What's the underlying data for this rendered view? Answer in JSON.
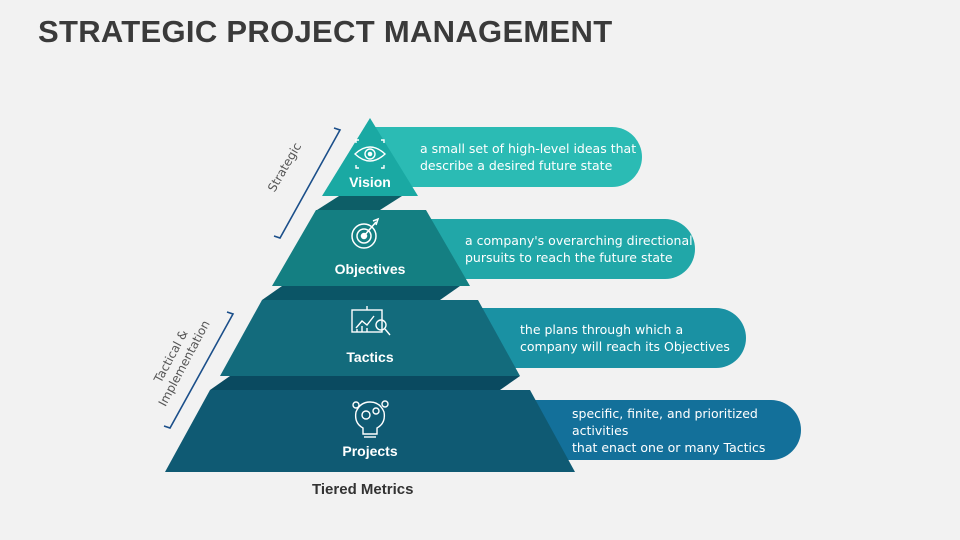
{
  "title": "STRATEGIC PROJECT MANAGEMENT",
  "tiers": [
    {
      "label": "Vision",
      "icon": "eye-target-icon",
      "description_line1": "a small set of high-level ideas that",
      "description_line2": "describe a desired future state",
      "color": "#2bbbb4"
    },
    {
      "label": "Objectives",
      "icon": "target-arrow-icon",
      "description_line1": "a company's overarching directional",
      "description_line2": "pursuits to reach the future state",
      "color": "#21a7a8"
    },
    {
      "label": "Tactics",
      "icon": "presentation-chart-icon",
      "description_line1": "the plans through which a",
      "description_line2": "company will reach its Objectives",
      "color": "#1a91a3"
    },
    {
      "label": "Projects",
      "icon": "gears-lightbulb-icon",
      "description_line1": "specific, finite, and prioritized activities",
      "description_line2": "that enact one or many Tactics",
      "color": "#13709a"
    }
  ],
  "side_labels": {
    "strategic": "Strategic",
    "tactical_line1": "Tactical &",
    "tactical_line2": "Implementation"
  },
  "footer": "Tiered Metrics"
}
